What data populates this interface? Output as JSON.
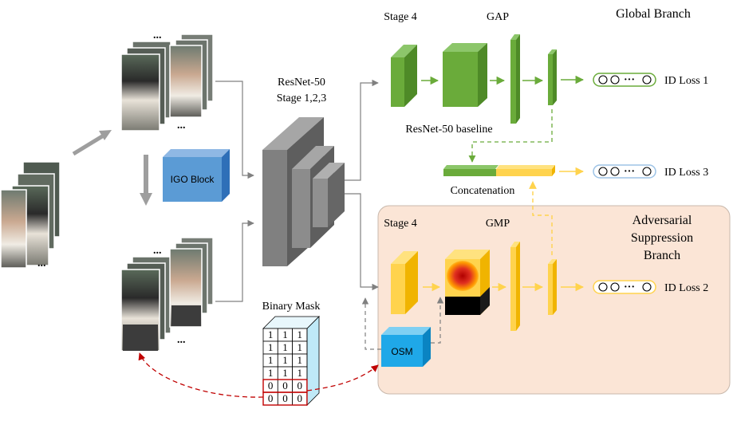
{
  "labels": {
    "global_branch": "Global Branch",
    "adversarial_branch_line1": "Adversarial",
    "adversarial_branch_line2": "Suppression",
    "adversarial_branch_line3": "Branch",
    "stage4_top": "Stage 4",
    "stage4_bottom": "Stage 4",
    "gap": "GAP",
    "gmp": "GMP",
    "resnet_line1": "ResNet-50",
    "resnet_line2": "Stage 1,2,3",
    "baseline": "ResNet-50 baseline",
    "concatenation": "Concatenation",
    "igo_block": "IGO Block",
    "osm": "OSM",
    "binary_mask": "Binary Mask",
    "id_loss_1": "ID Loss 1",
    "id_loss_2": "ID Loss 2",
    "id_loss_3": "ID Loss 3",
    "dots": "...",
    "ellipsis": "···"
  },
  "binary_mask_rows": [
    [
      "1",
      "1",
      "1"
    ],
    [
      "1",
      "1",
      "1"
    ],
    [
      "1",
      "1",
      "1"
    ],
    [
      "1",
      "1",
      "1"
    ],
    [
      "0",
      "0",
      "0"
    ],
    [
      "0",
      "0",
      "0"
    ]
  ],
  "colors": {
    "green": "#6aab3a",
    "green_dark": "#4e8a27",
    "yellow": "#ffd34d",
    "yellow_dark": "#f0b400",
    "gray_block": "#7f7f7f",
    "blue_igo": "#5b9bd5",
    "blue_osm": "#1fa8e8",
    "branch_bg": "#fbe5d6",
    "mask_red": "#c00000"
  }
}
